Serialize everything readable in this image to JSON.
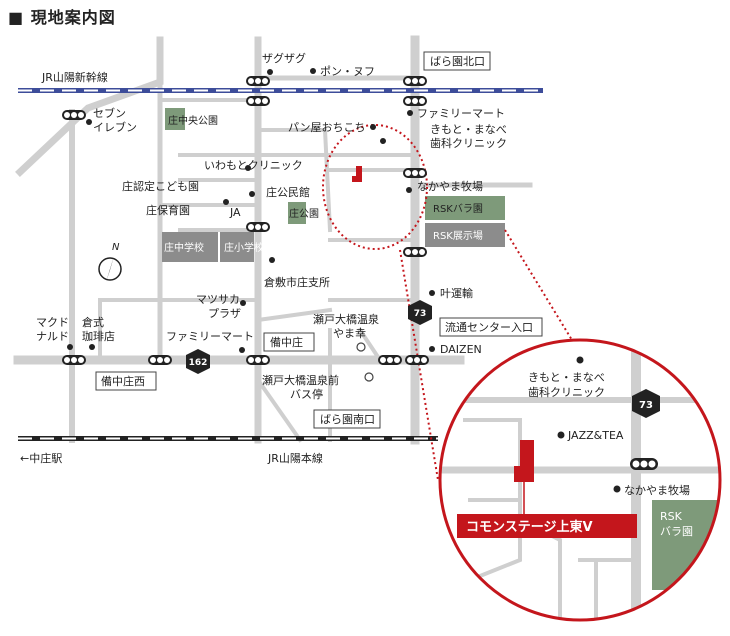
{
  "title": "■ 現地案内図",
  "rail": {
    "shinkansen": "JR山陽新幹線",
    "main_line": "JR山陽本線",
    "station_arrow": "←中庄駅"
  },
  "labels": {
    "zagu": "ザグザグ",
    "pon": "ポン・ヌフ",
    "barakita": "ばら園北口",
    "seven1": "セブン",
    "seven2": "イレブン",
    "shochu_park": "庄中央公園",
    "family_top": "ファミリーマート",
    "panya": "パン屋おちこち",
    "kimoto1": "きもと・まなべ",
    "kimoto2": "歯科クリニック",
    "iwamoto": "いわもとクリニック",
    "nakayama": "なかやま牧場",
    "kodomo": "庄認定こども園",
    "kominkan": "庄公民館",
    "hoiku": "庄保育園",
    "ja": "JA",
    "sho_park": "庄公園",
    "rsk_bara": "RSKバラ園",
    "rsk_ten": "RSK展示場",
    "north": "N",
    "chugakko": "庄中学校",
    "shogakko": "庄小学校",
    "shisho": "倉敷市庄支所",
    "kanou": "叶運輸",
    "matsusaka1": "マツサカ",
    "matsusaka2": "プラザ",
    "mac1": "マクド",
    "mac2": "ナルド",
    "kura1": "倉式",
    "kura2": "珈琲店",
    "family_mid": "ファミリーマート",
    "bicchu": "備中庄",
    "seto1": "瀬戸大橋温泉",
    "seto2": "やま幸",
    "ryutsu": "流通センター入口",
    "daizen": "DAIZEN",
    "bicchunishi": "備中庄西",
    "bus1": "瀬戸大橋温泉前",
    "bus2": "バス停",
    "baraminami": "ばら園南口",
    "route162": "162",
    "route73": "73"
  },
  "inset": {
    "kimoto1": "きもと・まなべ",
    "kimoto2": "歯科クリニック",
    "jazz": "JAZZ&TEA",
    "nakayama": "なかやま牧場",
    "rsk1": "RSK",
    "rsk2": "バラ園",
    "route73": "73",
    "property": "コモンステージ上東Ⅴ"
  },
  "colors": {
    "road": "#cfcfcf",
    "park": "#7e9a7a",
    "school": "#8c8c8c",
    "accent": "#c4161c",
    "rail_blue": "#3d4d9a"
  }
}
